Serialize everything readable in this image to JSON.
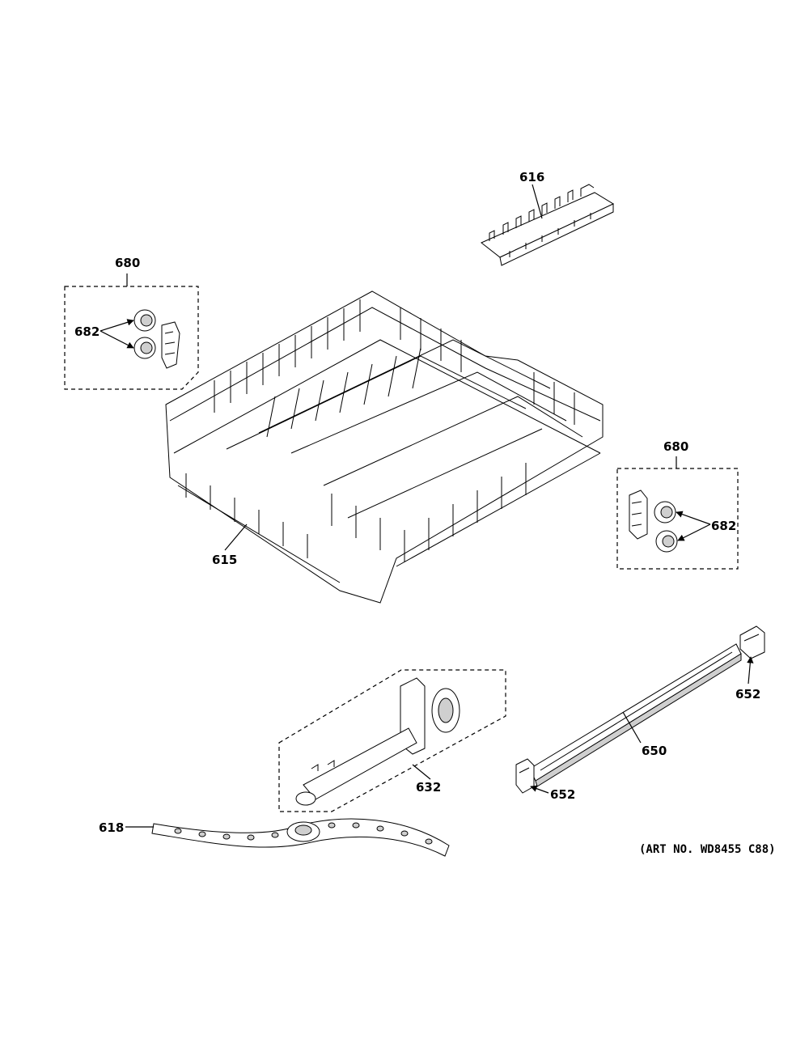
{
  "labels": {
    "rack": "615",
    "tines": "616",
    "kit_left": "680",
    "wheel_left": "682",
    "kit_right": "680",
    "wheel_right": "682",
    "spray_arm": "618",
    "manifold": "632",
    "rail": "650",
    "stop_top": "652",
    "stop_bottom": "652"
  },
  "art_number": "(ART NO. WD8455 C88)"
}
